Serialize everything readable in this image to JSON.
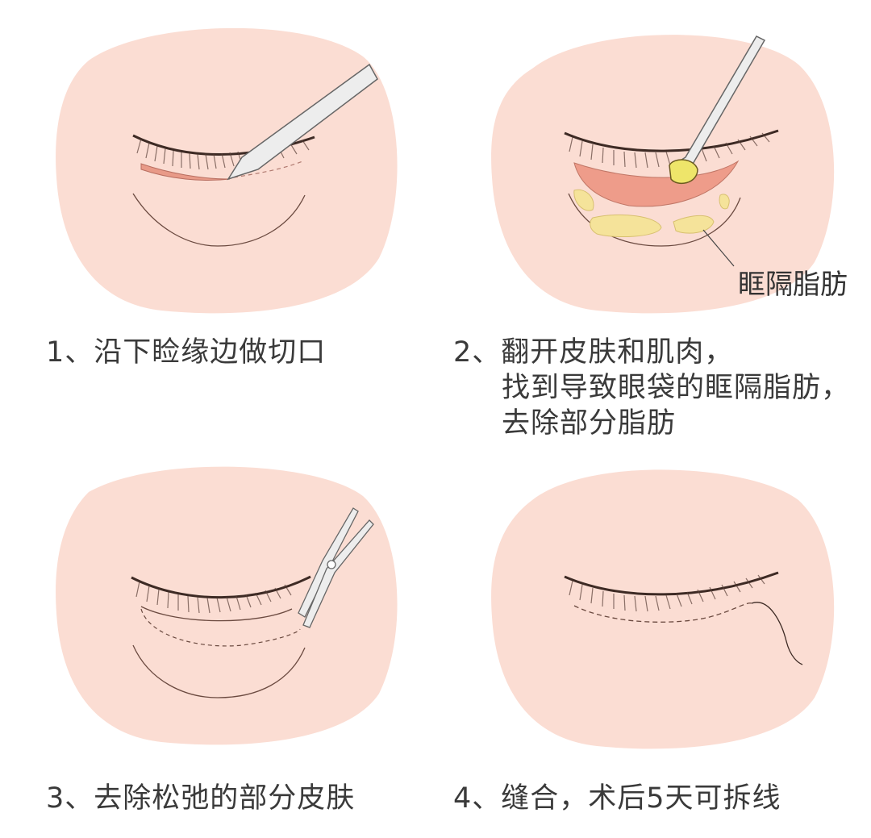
{
  "colors": {
    "skin": "#FBDDD3",
    "incision": "#E89A88",
    "fat": "#F5E39A",
    "fat_highlight": "#EEE56A",
    "line": "#6b4a40",
    "instrument": "#EDEDED",
    "text": "#3A3A3A"
  },
  "steps": [
    {
      "number": "1、",
      "lines": [
        "沿下睑缘边做切口"
      ],
      "illustration": "scalpel-incision-along-lower-eyelid"
    },
    {
      "number": "2、",
      "lines": [
        "翻开皮肤和肌肉，",
        "找到导致眼袋的眶隔脂肪，",
        "去除部分脂肪"
      ],
      "illustration": "forceps-removing-orbital-fat",
      "callout_label": "眶隔脂肪"
    },
    {
      "number": "3、",
      "lines": [
        "去除松弛的部分皮肤"
      ],
      "illustration": "scissors-trimming-loose-skin"
    },
    {
      "number": "4、",
      "lines": [
        "缝合，术后5天可拆线"
      ],
      "illustration": "suture-line-lower-eyelid"
    }
  ]
}
